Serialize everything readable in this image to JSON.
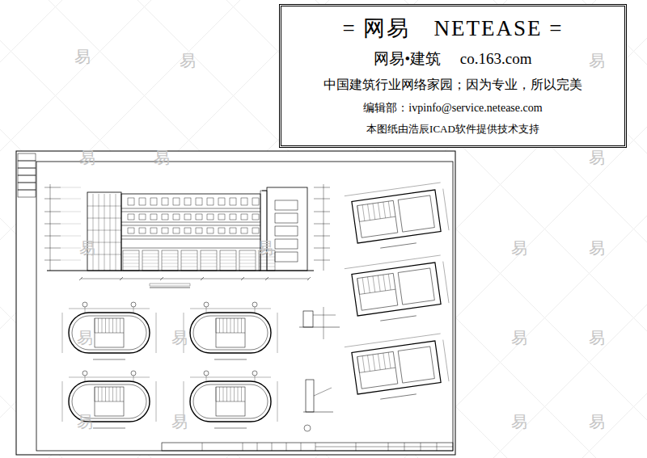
{
  "diagram": {
    "nodes": [
      {
        "text": [
          "= 网易　NETEASE =",
          "网易•建筑　 co.163.com",
          "中国建筑行业网络家园；因为专业，所以完美",
          "编辑部：ivpinfo@service.netease.com",
          "本图纸由浩辰ICAD软件提供技术支持"
        ]
      }
    ],
    "labels": [
      "易",
      "易",
      "易",
      "易",
      "易",
      "易",
      "易",
      "易",
      "易",
      "易",
      "易",
      "易",
      "易",
      "易",
      "易",
      "易",
      "易",
      "易"
    ]
  }
}
